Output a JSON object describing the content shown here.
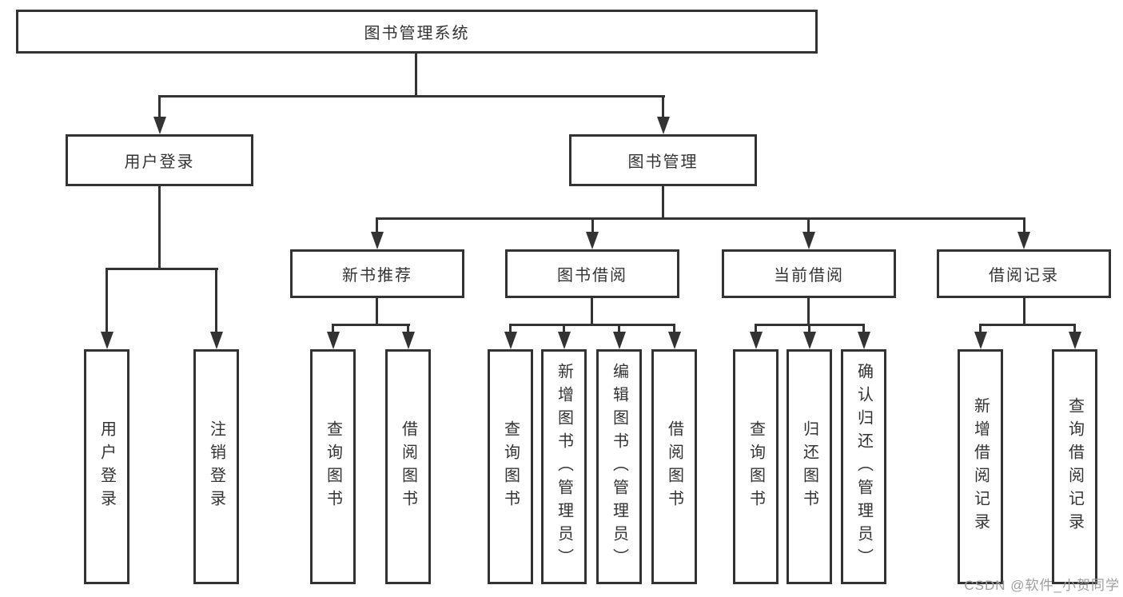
{
  "diagram": {
    "root": "图书管理系统",
    "level2": {
      "user_login": "用户登录",
      "book_management": "图书管理"
    },
    "level3": {
      "new_book_recommend": "新书推荐",
      "book_borrow": "图书借阅",
      "current_borrow": "当前借阅",
      "borrow_record": "借阅记录"
    },
    "leaves": {
      "user_login": [
        "用户登录",
        "注销登录"
      ],
      "new_book_recommend": [
        "查询图书",
        "借阅图书"
      ],
      "book_borrow": [
        "查询图书",
        "新增图书（管理员）",
        "编辑图书（管理员）",
        "借阅图书"
      ],
      "current_borrow": [
        "查询图书",
        "归还图书",
        "确认归还（管理员）"
      ],
      "borrow_record": [
        "新增借阅记录",
        "查询借阅记录"
      ]
    }
  },
  "watermark": "CSDN @软件_小贺同学",
  "colors": {
    "line": "#333333",
    "text": "#333333",
    "watermark": "#9e9e9e",
    "background": "#ffffff"
  }
}
